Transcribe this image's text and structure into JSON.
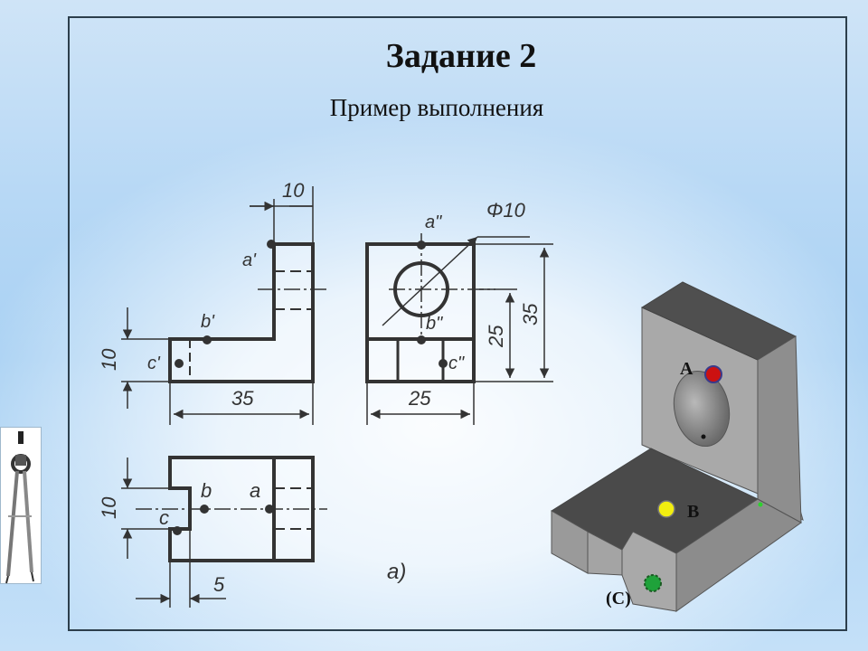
{
  "title": "Задание 2",
  "subtitle": "Пример выполнения",
  "front_view": {
    "dim_top": "10",
    "dim_left": "10",
    "dim_bottom": "35",
    "point_a": "a'",
    "point_b": "b'",
    "point_c": "c'"
  },
  "side_view": {
    "dim_diameter": "Φ10",
    "dim_height_inner": "25",
    "dim_height_outer": "35",
    "dim_bottom": "25",
    "point_a": "a\"",
    "point_b": "b\"",
    "point_c": "c\""
  },
  "top_view": {
    "dim_left": "10",
    "dim_bottom": "5",
    "point_a": "a",
    "point_b": "b",
    "point_c": "c"
  },
  "figure_caption": "а)",
  "model_3d": {
    "point_a": "A",
    "point_b": "B",
    "point_c": "(C)",
    "colors": {
      "point_a": "#cc1111",
      "point_b": "#f2ee10",
      "point_c": "#1fa23a",
      "face_dark": "#4a4a4a",
      "face_mid": "#8c8c8c",
      "face_light": "#a9a9a9"
    }
  }
}
